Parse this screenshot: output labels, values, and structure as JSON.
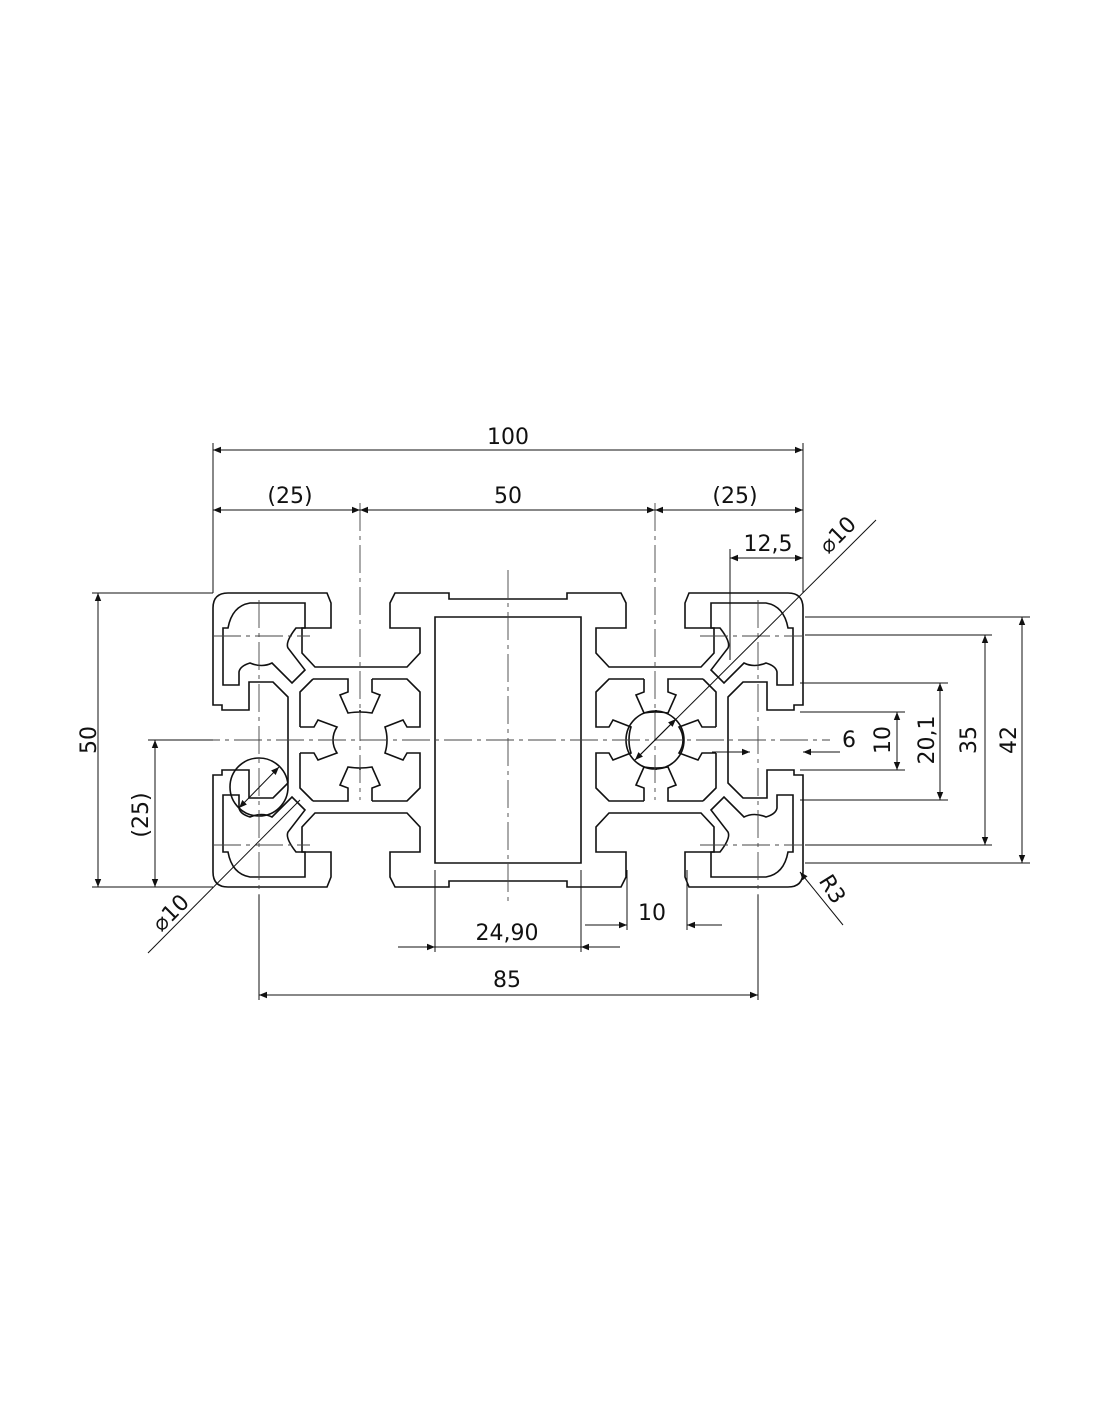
{
  "drawing": {
    "title": "Aluminium profile 50x100 cross-section",
    "dimensions": {
      "overall_width": "100",
      "left_pitch": "(25)",
      "center_pitch": "50",
      "right_pitch": "(25)",
      "slot_offset": "12,5",
      "bore_diameter_top": "⌀10",
      "overall_height": "50",
      "half_height": "(25)",
      "bore_diameter_bottom": "⌀10",
      "slot_depth": "6",
      "slot_width": "10",
      "dim_20_1": "20,1",
      "dim_35": "35",
      "dim_42": "42",
      "corner_radius": "R3",
      "cavity_width": "24,90",
      "slot_gap": "10",
      "bore_spacing": "85"
    }
  }
}
